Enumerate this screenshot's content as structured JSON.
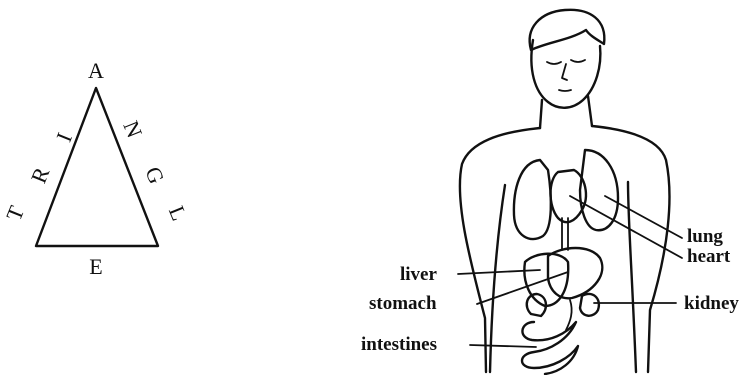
{
  "triangle": {
    "letters": {
      "top": "A",
      "left_1": "T",
      "left_2": "R",
      "left_3": "I",
      "right_1": "N",
      "right_2": "G",
      "right_3": "L",
      "bottom": "E"
    }
  },
  "body": {
    "labels": {
      "lung": "lung",
      "heart": "heart",
      "liver": "liver",
      "stomach": "stomach",
      "kidney": "kidney",
      "intestines": "intestines"
    }
  }
}
